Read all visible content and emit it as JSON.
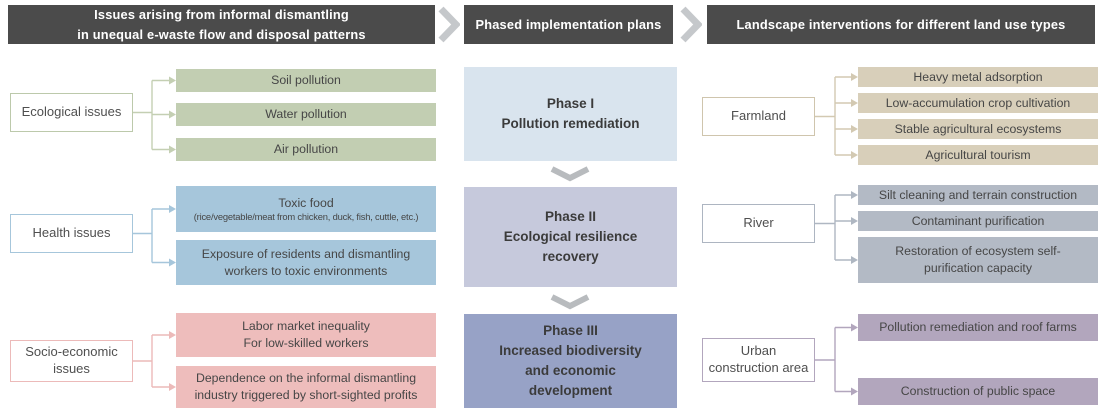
{
  "issues": {
    "header_line1": "Issues arising from informal dismantling",
    "header_line2": "in unequal e-waste flow and disposal patterns",
    "sections": [
      {
        "category": "Ecological issues",
        "color": "#c2ceb2",
        "items": [
          {
            "lines": [
              "Soil pollution"
            ]
          },
          {
            "lines": [
              "Water pollution"
            ]
          },
          {
            "lines": [
              "Air pollution"
            ]
          }
        ]
      },
      {
        "category": "Health issues",
        "color": "#a6c6db",
        "items": [
          {
            "lines": [
              "Toxic food"
            ],
            "note": "(rice/vegetable/meat from chicken, duck, fish, cuttle, etc.)"
          },
          {
            "lines": [
              "Exposure of residents and dismantling",
              "workers to toxic environments"
            ]
          }
        ]
      },
      {
        "category": "Socio-economic issues",
        "category_lines": [
          "Socio-economic",
          "issues"
        ],
        "color": "#eebdbc",
        "items": [
          {
            "lines": [
              "Labor market inequality",
              "For low-skilled workers"
            ]
          },
          {
            "lines": [
              "Dependence on the informal dismantling",
              "industry triggered by short-sighted profits"
            ]
          }
        ]
      }
    ]
  },
  "phases": {
    "header": "Phased implementation plans",
    "items": [
      {
        "title": "Phase I",
        "lines": [
          "Pollution remediation"
        ],
        "color": "#d9e4ee"
      },
      {
        "title": "Phase II",
        "lines": [
          "Ecological resilience",
          "recovery"
        ],
        "color": "#c6c9dc"
      },
      {
        "title": "Phase III",
        "lines": [
          "Increased biodiversity",
          "and economic",
          "development"
        ],
        "color": "#97a2c6"
      }
    ]
  },
  "interventions": {
    "header": "Landscape interventions for different land use types",
    "sections": [
      {
        "category": "Farmland",
        "color": "#d8cfba",
        "items": [
          {
            "lines": [
              "Heavy metal adsorption"
            ]
          },
          {
            "lines": [
              "Low-accumulation crop cultivation"
            ]
          },
          {
            "lines": [
              "Stable agricultural ecosystems"
            ]
          },
          {
            "lines": [
              "Agricultural tourism"
            ]
          }
        ]
      },
      {
        "category": "River",
        "color": "#b3bac5",
        "items": [
          {
            "lines": [
              "Silt cleaning and terrain construction"
            ]
          },
          {
            "lines": [
              "Contaminant purification"
            ]
          },
          {
            "lines": [
              "Restoration of ecosystem self-",
              "purification capacity"
            ]
          }
        ]
      },
      {
        "category": "Urban construction area",
        "category_lines": [
          "Urban",
          "construction area"
        ],
        "color": "#b2a6bd",
        "items": [
          {
            "lines": [
              "Pollution remediation and roof farms"
            ]
          },
          {
            "lines": [
              "Construction of public space"
            ]
          }
        ]
      }
    ]
  },
  "colors": {
    "header_bg": "#4b4b4b",
    "header_text": "#ffffff",
    "chevron": "#c5c8cb",
    "phase_arrow": "#b8bbbe"
  }
}
